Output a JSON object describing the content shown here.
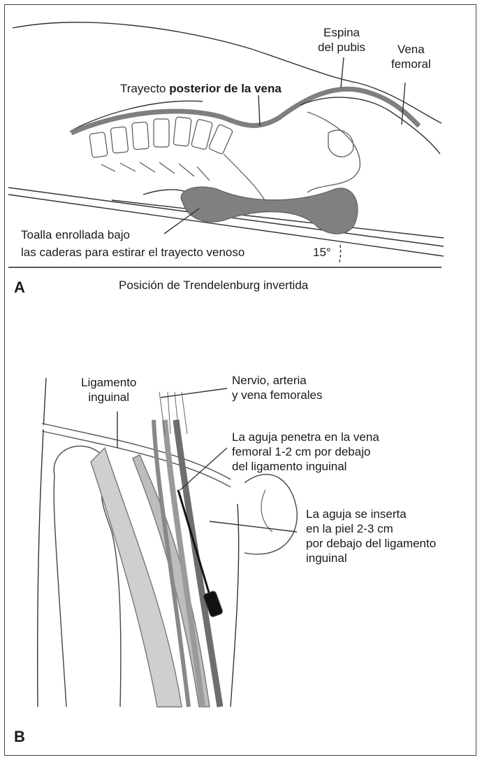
{
  "panel_a": {
    "letter": "A",
    "caption": "Posición de Trendelenburg invertida",
    "labels": {
      "espina": "Espina\ndel pubis",
      "vena_femoral": "Vena\nfemoral",
      "trayecto_prefix": "Trayecto ",
      "trayecto_bold": "posterior de la vena",
      "toalla_line1": "Toalla enrollada bajo",
      "toalla_line2": "las caderas para estirar el trayecto venoso",
      "angle": "15°"
    }
  },
  "panel_b": {
    "letter": "B",
    "labels": {
      "ligamento": "Ligamento\ninguinal",
      "nervio": "Nervio, arteria\ny vena femorales",
      "aguja_penetra": "La aguja penetra en la vena\nfemoral 1-2 cm por debajo\ndel ligamento inguinal",
      "aguja_inserta": "La aguja se inserta\nen la piel 2-3 cm\npor debajo del ligamento\ninguinal"
    }
  },
  "colors": {
    "vein": "#7f7f7f",
    "towel": "#808080",
    "muscle": "#c8c8c8",
    "line": "#333333"
  }
}
